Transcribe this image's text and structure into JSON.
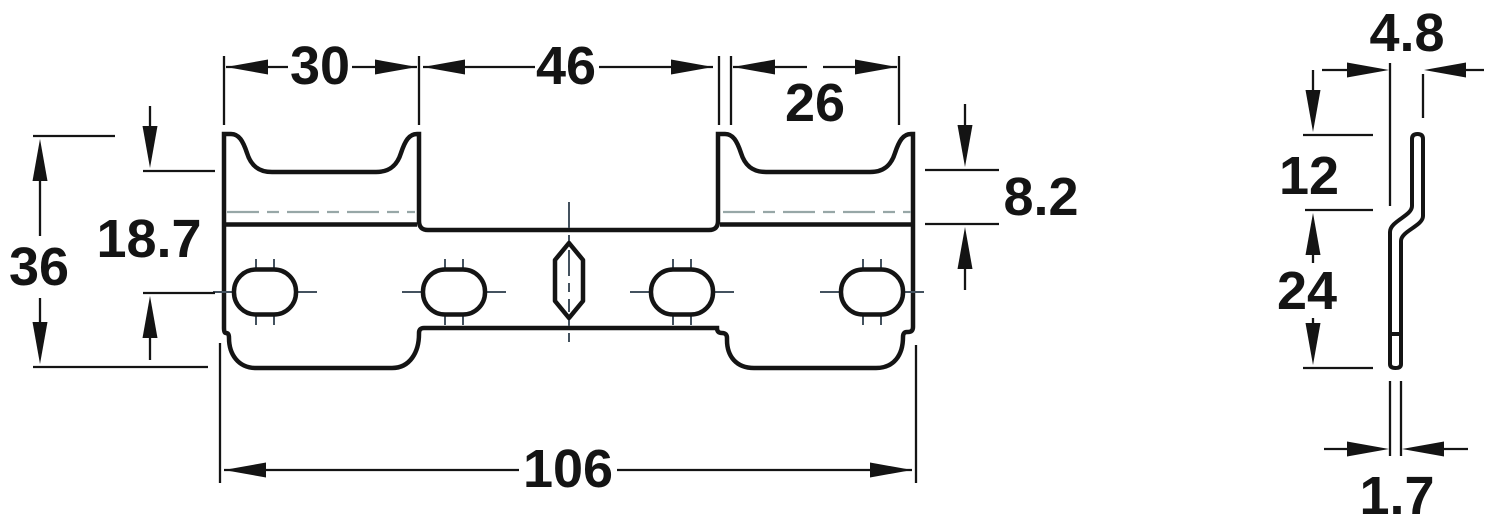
{
  "colors": {
    "ink": "#141414",
    "centerline": "#44525f",
    "foldline": "#97a7a7",
    "background": "#ffffff"
  },
  "views": {
    "front": {
      "dims": {
        "tab_left_width": "30",
        "middle_width": "46",
        "tab_right_width": "26",
        "flange_height": "8.2",
        "recess_to_slot_center": "18.7",
        "overall_height": "36",
        "overall_width": "106"
      }
    },
    "side": {
      "dims": {
        "profile_depth": "4.8",
        "upper_flange_height": "12",
        "body_height": "24",
        "material_thickness": "1.7"
      }
    }
  }
}
